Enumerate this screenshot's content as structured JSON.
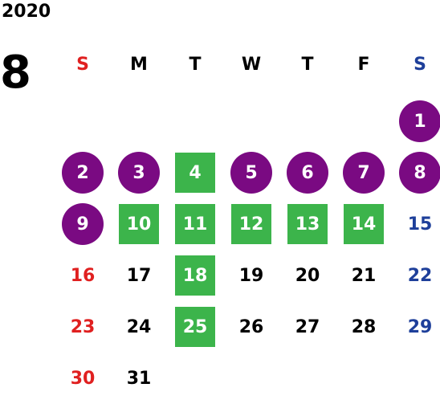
{
  "year": "2020",
  "month": "8",
  "weekdays": [
    "S",
    "M",
    "T",
    "W",
    "T",
    "F",
    "S"
  ],
  "colors": {
    "sunday": "#e02020",
    "saturday": "#1e3f9a",
    "weekday": "#000000",
    "circle": "#7a0a82",
    "square": "#3cb44b",
    "highlight_text": "#ffffff"
  },
  "first_weekday_index": 6,
  "days_in_month": 31,
  "circled_days": [
    1,
    2,
    3,
    5,
    6,
    7,
    8,
    9
  ],
  "square_days": [
    4,
    10,
    11,
    12,
    13,
    14,
    18,
    25
  ]
}
